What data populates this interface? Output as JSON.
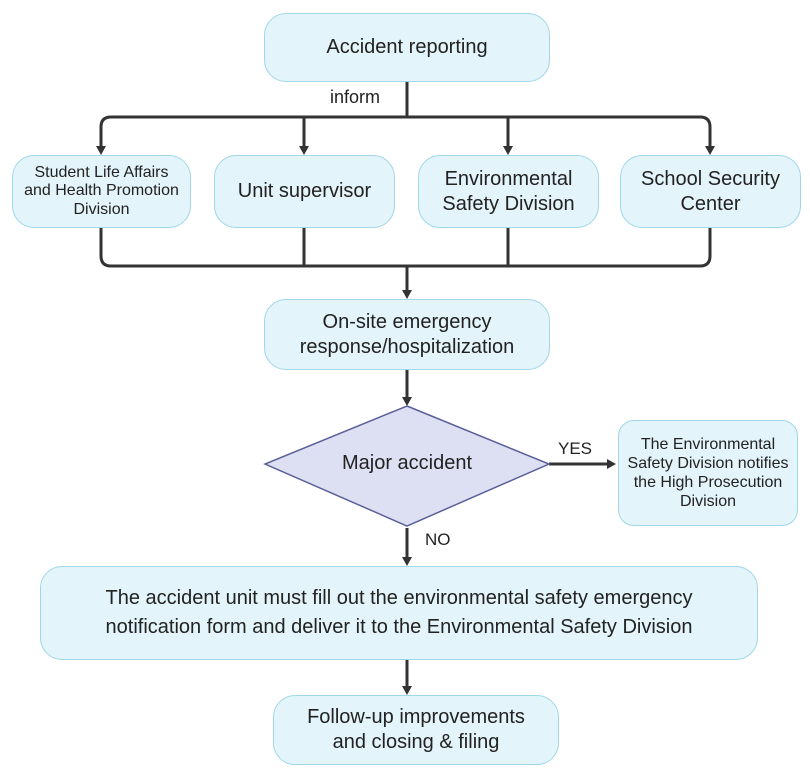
{
  "nodes": {
    "accident_reporting": "Accident reporting",
    "student_life": "Student Life Affairs and Health Promotion Division",
    "unit_supervisor": "Unit supervisor",
    "env_safety": "Environmental Safety Division",
    "security_center": "School Security Center",
    "onsite_response": "On-site emergency response/hospitalization",
    "major_accident": "Major accident",
    "notifies_prosecution": "The Environmental Safety Division notifies the High Prosecution Division",
    "fill_form": "The accident unit must fill out the environmental safety emergency notification form and deliver it to the Environmental Safety Division",
    "follow_up": "Follow-up improvements and closing & filing"
  },
  "edge_labels": {
    "inform": "inform",
    "yes": "YES",
    "no": "NO"
  },
  "colors": {
    "box_fill": "#e3f4fb",
    "box_border": "#9fd7e8",
    "diamond_fill": "#dde0f3",
    "diamond_border": "#5a5f9a",
    "line": "#333333"
  }
}
